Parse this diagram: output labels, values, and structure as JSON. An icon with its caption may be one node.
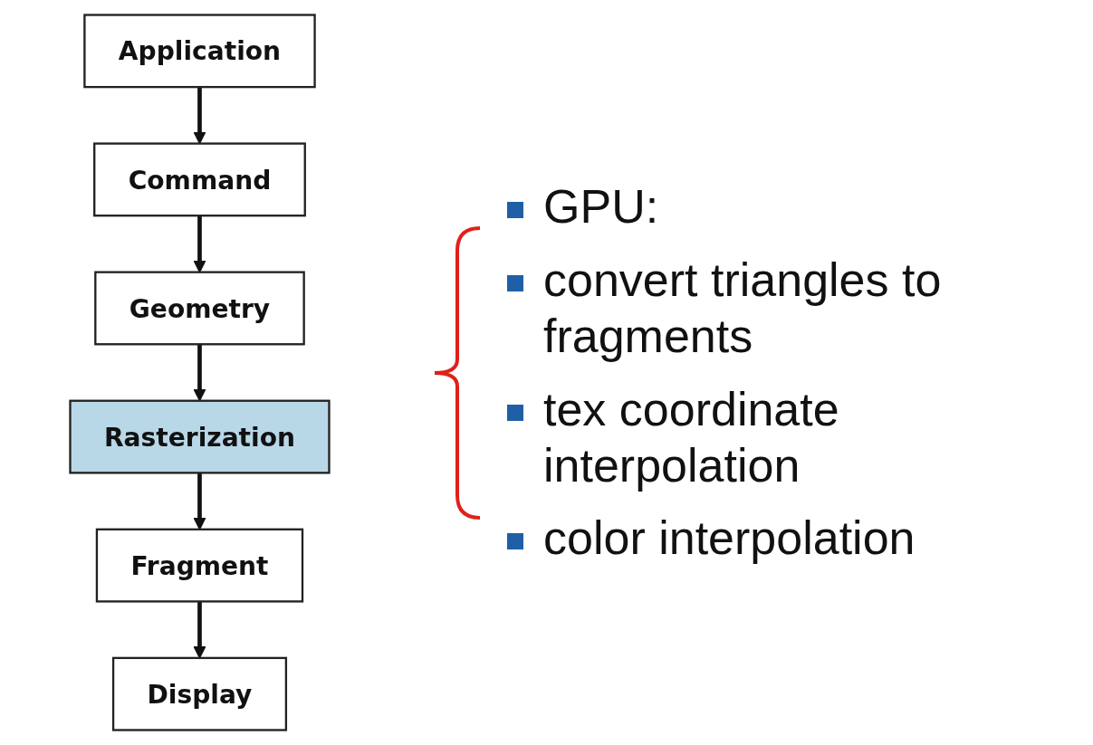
{
  "diagram": {
    "nodes": [
      {
        "text": [
          "Application"
        ]
      },
      {
        "text": [
          "Command"
        ]
      },
      {
        "text": [
          "Geometry"
        ]
      },
      {
        "text": [
          "Rasterization"
        ]
      },
      {
        "text": [
          "Fragment"
        ]
      },
      {
        "text": [
          "Display"
        ]
      }
    ],
    "edges": [
      {
        "from": 0,
        "to": 1,
        "arrow": "to"
      },
      {
        "from": 1,
        "to": 2,
        "arrow": "to"
      },
      {
        "from": 2,
        "to": 3,
        "arrow": "to"
      },
      {
        "from": 3,
        "to": 4,
        "arrow": "to"
      },
      {
        "from": 4,
        "to": 5,
        "arrow": "to"
      }
    ],
    "labels": [
      "GPU:",
      "convert triangles to fragments",
      "tex coordinate interpolation",
      "color interpolation"
    ]
  }
}
